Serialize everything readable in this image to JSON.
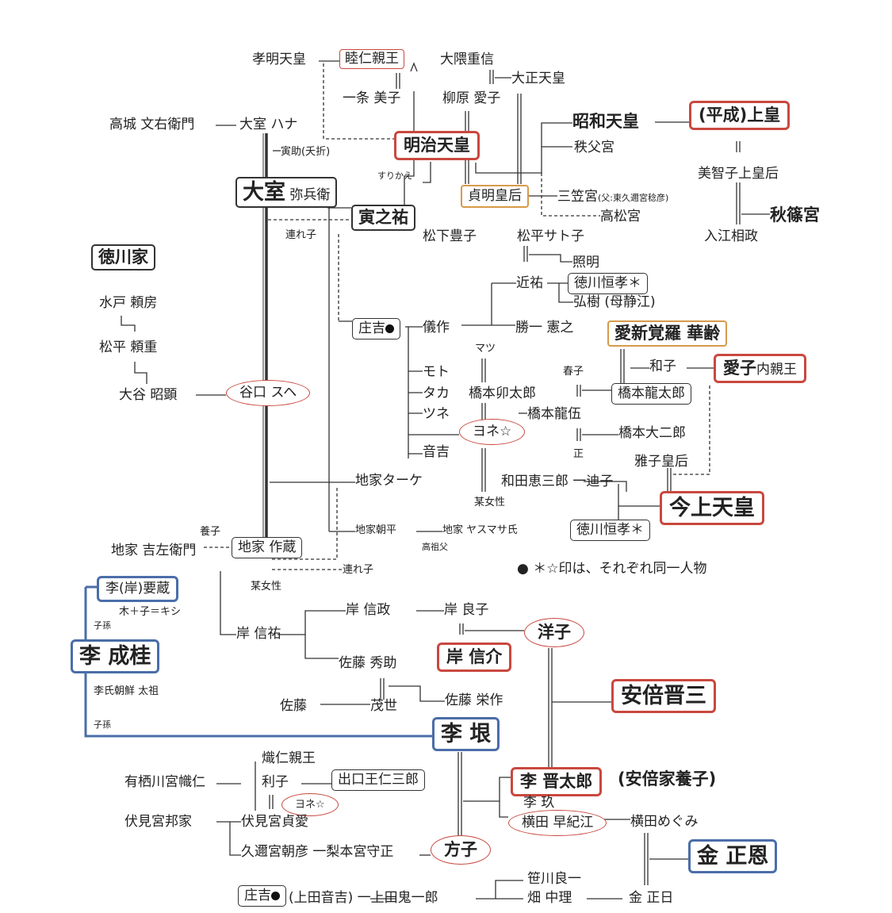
{
  "colors": {
    "line": "#333333",
    "red_box": "#c9483f",
    "blue_box": "#4a6ea8",
    "orange_box": "#d79a4a"
  },
  "people": {
    "koumei": "孝明天皇",
    "mutsuhito": "睦仁親王",
    "okuma": "大隈重信",
    "ichijo": "一条 美子",
    "yanagihara": "柳原 愛子",
    "taisho": "大正天皇",
    "takagi": "高城 文右衛門",
    "omuro_hana": "大室 ハナ",
    "meiji": "明治天皇",
    "toraasuke": "寅助(夭折)",
    "surikae": "すりかえ",
    "omuro_yahei_a": "大室",
    "omuro_yahei_b": "弥兵衛",
    "torano": "寅之祐",
    "tsureko1": "連れ子",
    "matsushita": "松下豊子",
    "teimei": "貞明皇后",
    "showa": "昭和天皇",
    "chichibu": "秩父宮",
    "mikasa": "三笠宮",
    "mikasa_note": "(父:東久邇宮稔彦)",
    "takamatsu": "高松宮",
    "heisei": "(平成)上皇",
    "michiko": "美智子上皇后",
    "akishino": "秋篠宮",
    "irie": "入江相政",
    "matsudaira_sato": "松平サト子",
    "tokugawa_ke": "徳川家",
    "mito": "水戸 頼房",
    "matsudaira_yori": "松平 頼重",
    "otani": "大谷 昭顕",
    "taniguchi": "谷口 スヘ",
    "teru": "照明",
    "chikayoshi": "近祐",
    "tokugawa_tsune1": "徳川恒孝＊",
    "hiroki": "弘樹 (母静江)",
    "shokichi": "庄吉",
    "gisaku": "儀作",
    "katsu": "勝一 憲之",
    "aishin": "愛新覚羅 華齢",
    "matsu": "マツ",
    "moto": "モト",
    "taka": "タカ",
    "tsune": "ツネ",
    "otokichi": "音吉",
    "hashimoto_u": "橋本卯太郎",
    "yone1": "ヨネ☆",
    "haruko": "春子",
    "kazuko": "和子",
    "aiko": "愛子",
    "aiko_title": "内親王",
    "hashimoto_ryutaro": "橋本龍太郎",
    "hashimoto_ryugo": "橋本龍伍",
    "hashimoto_daijiro": "橋本大二郎",
    "sei": "正",
    "masako": "雅子皇后",
    "jike_take": "地家ターケ",
    "wada": "和田恵三郎 一迪子",
    "kimono": "某女性",
    "kinjo": "今上天皇",
    "tokugawa_tsune2": "徳川恒孝＊",
    "yoshiko": "養子",
    "jike_kichi": "地家 吉左衛門",
    "jike_sakuzo": "地家 作蔵",
    "jike_asahei": "地家朝平",
    "jike_yasumasa": "地家 ヤスマサ氏",
    "koso": "高祖父",
    "tsureko2": "連れ子",
    "bojosei": "某女性",
    "legend": "● ＊☆印は、それぞれ同一人物",
    "ri_kishi": "李(岸)要蔵",
    "kihoushi": "木＋子＝キシ",
    "shison1": "子孫",
    "ri_seikei": "李 成桂",
    "richo": "李氏朝鮮 太祖",
    "shison2": "子孫",
    "kishi_nobumasa": "岸 信政",
    "kishi_yoshiko": "岸 良子",
    "kishi_nobusuke_father": "岸 信祐",
    "yoko": "洋子",
    "sato_hide": "佐藤 秀助",
    "kishi_nobusuke": "岸 信介",
    "sato": "佐藤",
    "shigeyo": "茂世",
    "sato_eisaku": "佐藤 栄作",
    "abe": "安倍晋三",
    "ri_kon": "李 垠",
    "takahito": "熾仁親王",
    "arisugawa": "有栖川宮幟仁",
    "toshiko": "利子",
    "deguchi": "出口王仁三郎",
    "yone2": "ヨネ☆",
    "ri_shintaro": "李 晋太郎",
    "abe_adopt": "(安倍家養子)",
    "ri_ku": "李 玖",
    "yokota_s": "横田 早紀江",
    "yokota_m": "横田めぐみ",
    "fushimi_ke": "伏見宮邦家",
    "fushimi_sada": "伏見宮貞愛",
    "kuni": "久邇宮朝彦 一梨本宮守正",
    "masako2": "方子",
    "kim": "金 正恩",
    "sasakawa": "笹川良一",
    "hata": "畑 中理",
    "kim_jongil": "金 正日",
    "shokichi2": "庄吉",
    "ueda": "(上田音吉) 一上田鬼一郎"
  }
}
